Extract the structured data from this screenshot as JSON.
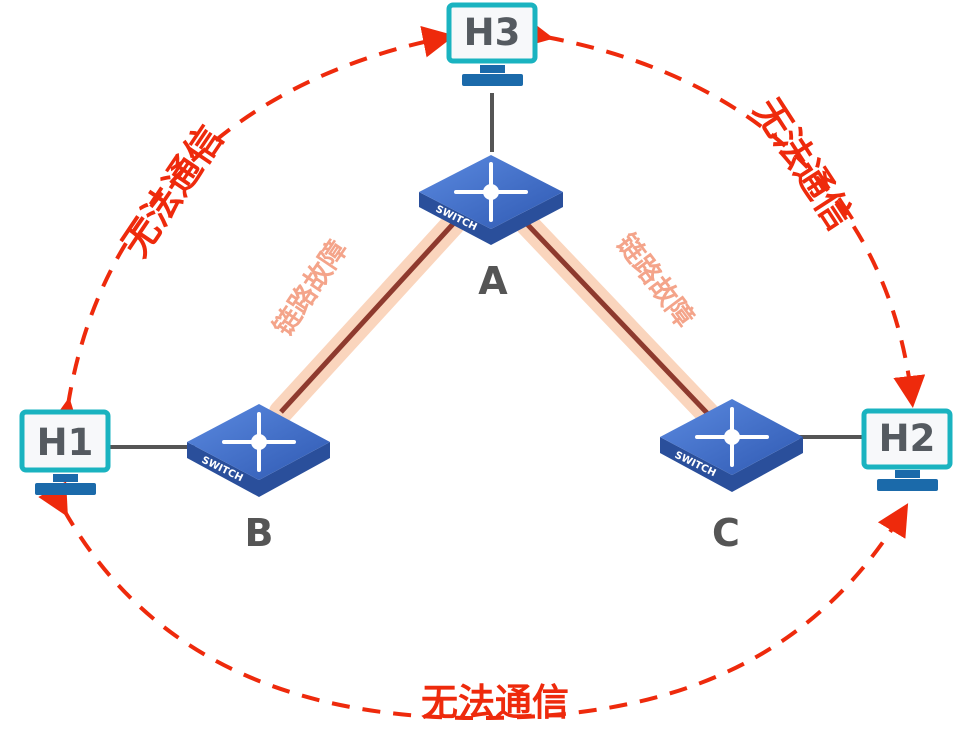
{
  "hosts": {
    "h1": {
      "label": "H1"
    },
    "h2": {
      "label": "H2"
    },
    "h3": {
      "label": "H3"
    }
  },
  "switches": {
    "a": {
      "name": "A",
      "device_text": "SWITCH"
    },
    "b": {
      "name": "B",
      "device_text": "SWITCH"
    },
    "c": {
      "name": "C",
      "device_text": "SWITCH"
    }
  },
  "communication": {
    "h1_h3": "无法通信",
    "h3_h2": "无法通信",
    "h1_h2": "无法通信"
  },
  "faults": {
    "a_b": "链路故障",
    "a_c": "链路故障"
  },
  "colors": {
    "status_red": "#ee2a0c",
    "fault_text": "#f4a48a",
    "faulty_link": "#8e3a2e",
    "link_glow": "#f9c7a8",
    "host_border": "#1ab3c0",
    "host_stand": "#1b6aaa",
    "switch_top": "#3d6bc6",
    "switch_side": "#2a4f9b",
    "host_cable": "#555555"
  },
  "icons": {
    "host": "monitor-icon",
    "switch": "switch-icon",
    "arrows": "arrow-head-icon"
  }
}
